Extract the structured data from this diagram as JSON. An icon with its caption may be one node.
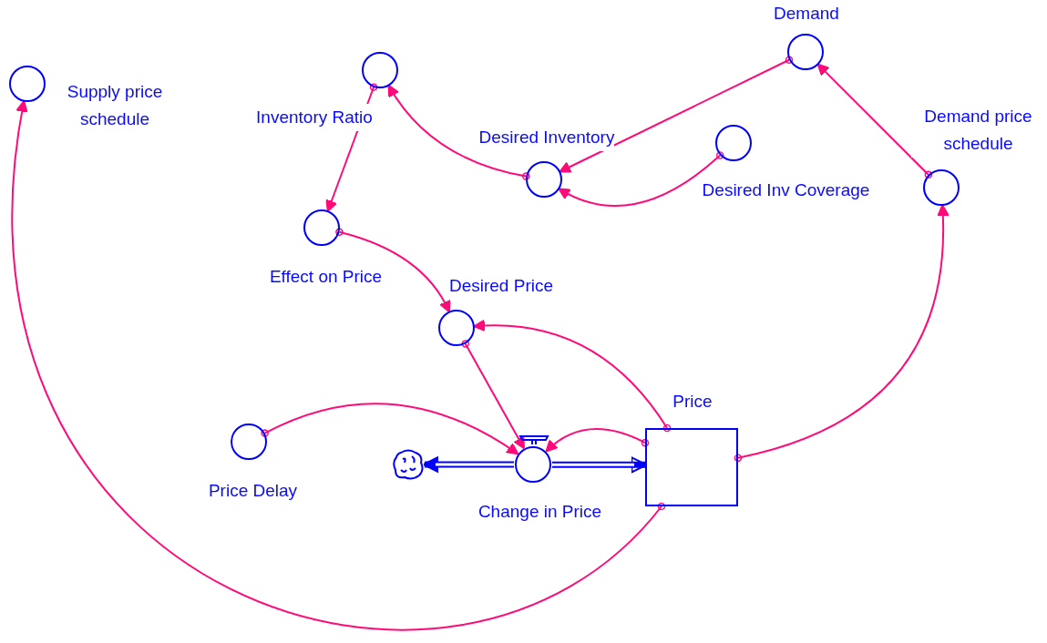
{
  "diagram": {
    "nodes": [
      {
        "text": [
          "Supply price schedule"
        ]
      },
      {
        "text": [
          "Inventory Ratio"
        ]
      },
      {
        "text": [
          "Demand"
        ]
      },
      {
        "text": [
          "Desired Inventory"
        ]
      },
      {
        "text": [
          "Desired Inv Coverage"
        ]
      },
      {
        "text": [
          "Demand price schedule"
        ]
      },
      {
        "text": [
          "Effect on Price"
        ]
      },
      {
        "text": [
          "Desired Price"
        ]
      },
      {
        "text": [
          "Price Delay"
        ]
      },
      {
        "text": [
          "Change in Price"
        ]
      },
      {
        "text": [
          "Price"
        ]
      },
      {
        "text": [],
        "shape": "cloud"
      }
    ],
    "edges": [
      {
        "from": 1,
        "to": 6,
        "arrow": "to"
      },
      {
        "from": 3,
        "to": 1,
        "arrow": "to"
      },
      {
        "from": 2,
        "to": 3,
        "arrow": "to"
      },
      {
        "from": 4,
        "to": 3,
        "arrow": "to"
      },
      {
        "from": 5,
        "to": 2,
        "arrow": "to"
      },
      {
        "from": 10,
        "to": 5,
        "arrow": "to"
      },
      {
        "from": 6,
        "to": 7,
        "arrow": "to"
      },
      {
        "from": 10,
        "to": 7,
        "arrow": "to"
      },
      {
        "from": 7,
        "to": 9,
        "arrow": "to"
      },
      {
        "from": 8,
        "to": 9,
        "arrow": "to"
      },
      {
        "from": 10,
        "to": 9,
        "arrow": "to"
      },
      {
        "from": 10,
        "to": 0,
        "arrow": "to"
      },
      {
        "from": 9,
        "to": 10,
        "arrow": "to",
        "style": "thick",
        "color": "#0000ff"
      },
      {
        "from": 9,
        "to": 11,
        "arrow": "to",
        "style": "thick",
        "color": "#0000ff"
      }
    ]
  }
}
